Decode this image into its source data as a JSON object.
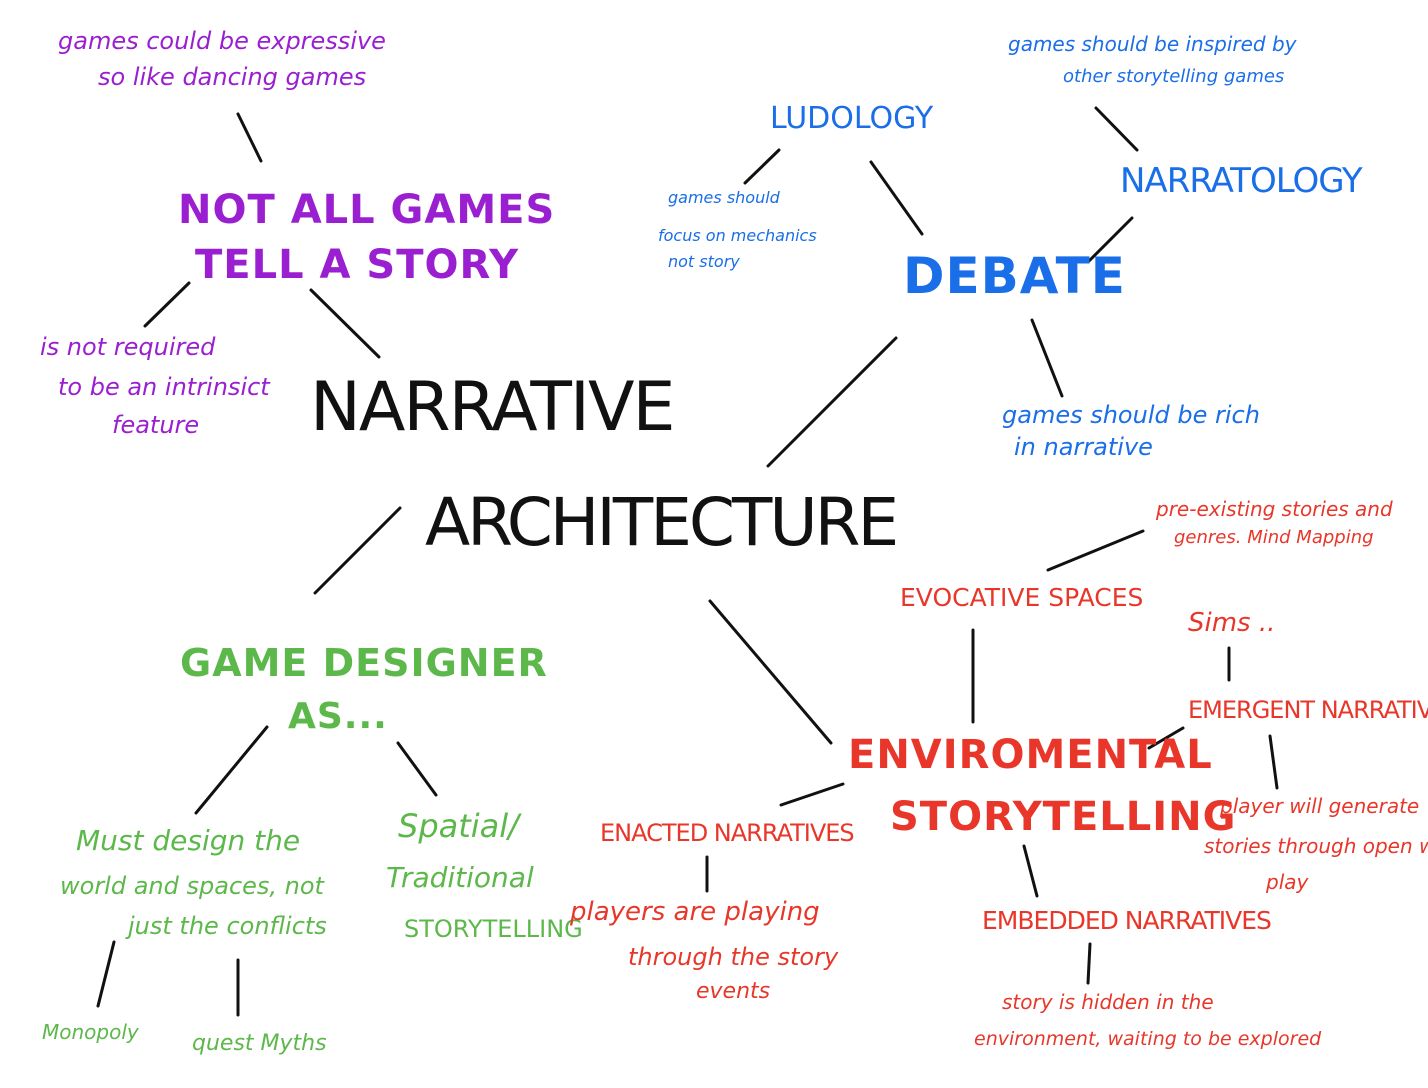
{
  "central": {
    "line1": "NARRATIVE",
    "line2": "ARCHITECTURE"
  },
  "not_all_games": {
    "title_line1": "NOT ALL GAMES",
    "title_line2": "TELL A STORY",
    "note_top_line1": "games could be expressive",
    "note_top_line2": "so like dancing games",
    "note_left_line1": "is not required",
    "note_left_line2": "to be an intrinsict",
    "note_left_line3": "feature"
  },
  "debate": {
    "title": "DEBATE",
    "ludology": "LUDOLOGY",
    "ludology_note_line1": "games should",
    "ludology_note_line2": "focus on mechanics",
    "ludology_note_line3": "not story",
    "narratology": "NARRATOLOGY",
    "narratology_note_line1": "games should be inspired by",
    "narratology_note_line2": "other storytelling games",
    "bottom_note_line1": "games should be rich",
    "bottom_note_line2": "in narrative"
  },
  "game_designer": {
    "title_line1": "GAME DESIGNER",
    "title_line2": "AS...",
    "left_line1": "Must design the",
    "left_line2": "world and spaces, not",
    "left_line3": "just the conflicts",
    "monopoly": "Monopoly",
    "quest_myths": "quest Myths",
    "right_line1": "Spatial/",
    "right_line2": "Traditional",
    "right_line3": "STORYTELLING"
  },
  "environmental": {
    "title_line1": "ENVIROMENTAL",
    "title_line2": "STORYTELLING",
    "evocative": "EVOCATIVE SPACES",
    "evocative_note_line1": "pre-existing stories and",
    "evocative_note_line2": "genres. Mind Mapping",
    "sims": "Sims ..",
    "emergent": "EMERGENT NARRATIVES",
    "emergent_note_line1": "player will generate",
    "emergent_note_line2": "stories through open world",
    "emergent_note_line3": "play",
    "enacted": "ENACTED NARRATIVES",
    "enacted_note_line1": "players are playing",
    "enacted_note_line2": "through the story",
    "enacted_note_line3": "events",
    "embedded": "EMBEDDED NARRATIVES",
    "embedded_note_line1": "story is hidden in the",
    "embedded_note_line2": "environment, waiting to be explored"
  },
  "colors": {
    "purple": "#9a1fd0",
    "blue": "#1a6ee8",
    "green": "#5cb84a",
    "red": "#e8372a",
    "line": "#111111"
  }
}
